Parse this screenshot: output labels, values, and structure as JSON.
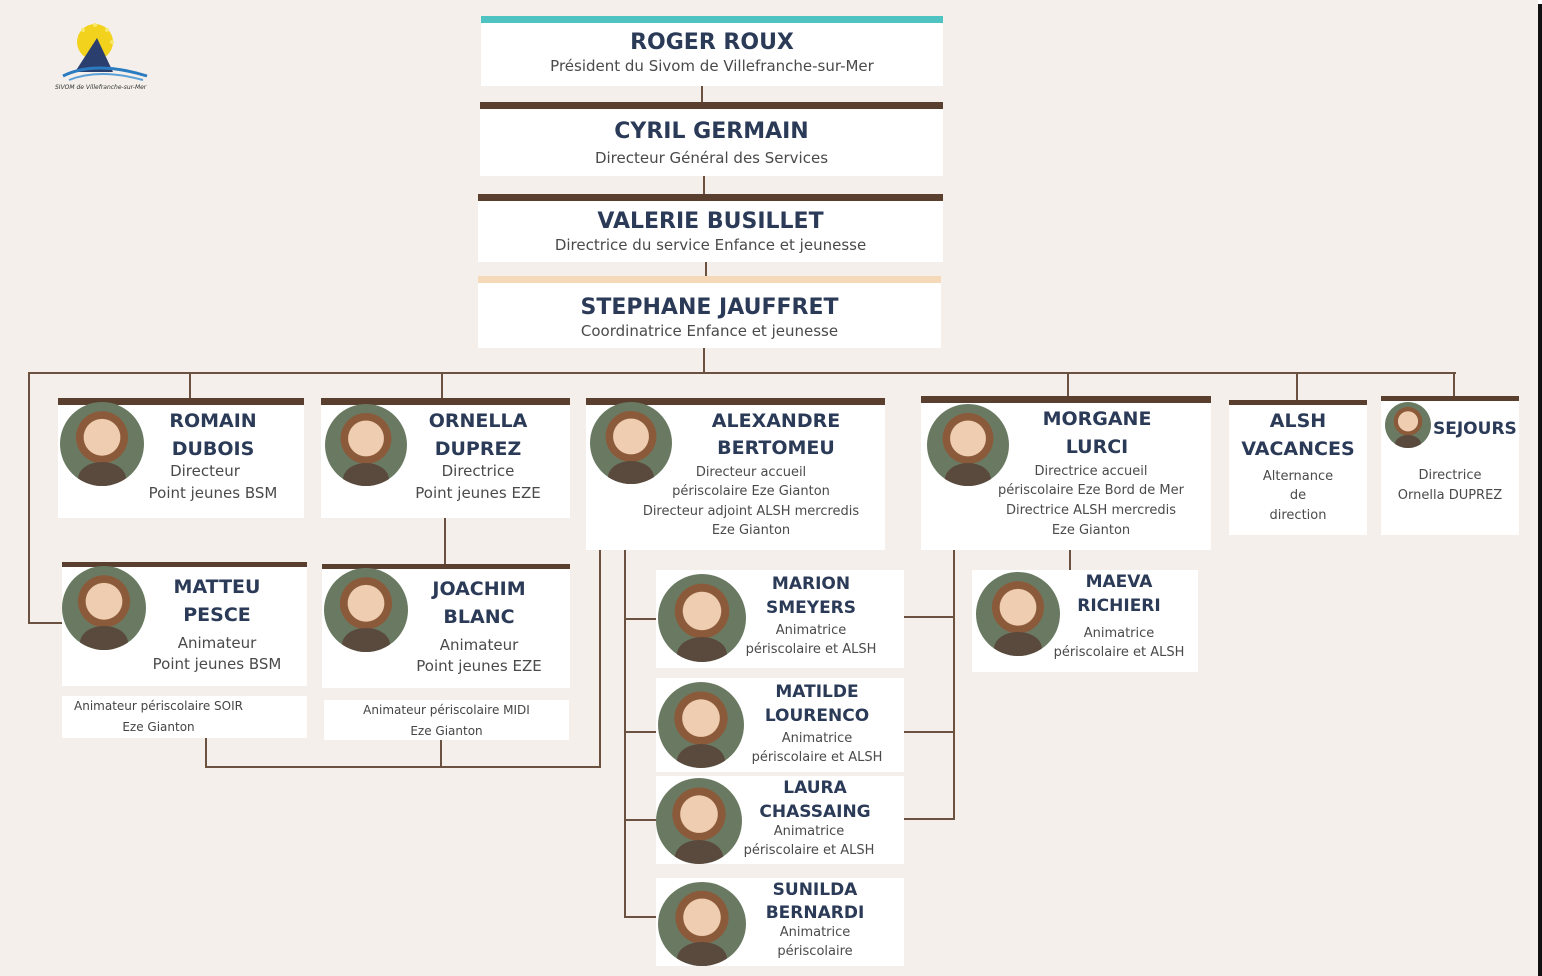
{
  "logo": {
    "caption": "SIVOM de Villefranche-sur-Mer"
  },
  "top": [
    {
      "name": "ROGER ROUX",
      "role": "Président du Sivom de Villefranche-sur-Mer"
    },
    {
      "name": "CYRIL GERMAIN",
      "role": "Directeur  Général des Services"
    },
    {
      "name": "VALERIE BUSILLET",
      "role": "Directrice du service Enfance et jeunesse"
    },
    {
      "name": "STEPHANE JAUFFRET",
      "role": "Coordinatrice Enfance et jeunesse"
    }
  ],
  "people": {
    "romain": {
      "first": "ROMAIN",
      "last": "DUBOIS",
      "role1": "Directeur",
      "role2": "Point jeunes BSM"
    },
    "ornella": {
      "first": "ORNELLA",
      "last": "DUPREZ",
      "role1": "Directrice",
      "role2": "Point jeunes EZE"
    },
    "alexandre": {
      "first": "ALEXANDRE",
      "last": "BERTOMEU",
      "role1": "Directeur accueil",
      "role2": "périscolaire Eze Gianton",
      "role3": "Directeur adjoint ALSH mercredis",
      "role4": "Eze Gianton"
    },
    "morgane": {
      "first": "MORGANE",
      "last": "LURCI",
      "role1": "Directrice accueil",
      "role2": "périscolaire Eze Bord de Mer",
      "role3": "Directrice  ALSH mercredis",
      "role4": "Eze Gianton"
    },
    "alsh": {
      "first": "ALSH",
      "last": "VACANCES",
      "role1": "Alternance",
      "role2": "de",
      "role3": "direction"
    },
    "sejours": {
      "first": "SEJOURS",
      "role1": "Directrice",
      "role2": "Ornella DUPREZ"
    },
    "matteu": {
      "first": "MATTEU",
      "last": "PESCE",
      "role1": "Animateur",
      "role2": "Point jeunes BSM",
      "extra1": "Animateur périscolaire SOIR",
      "extra2": "Eze Gianton"
    },
    "joachim": {
      "first": "JOACHIM",
      "last": "BLANC",
      "role1": "Animateur",
      "role2": "Point jeunes EZE",
      "extra1": "Animateur périscolaire MIDI",
      "extra2": "Eze Gianton"
    },
    "marion": {
      "first": "MARION",
      "last": "SMEYERS",
      "role1": "Animatrice",
      "role2": "périscolaire et ALSH"
    },
    "matilde": {
      "first": "MATILDE",
      "last": "LOURENCO",
      "role1": "Animatrice",
      "role2": "périscolaire et ALSH"
    },
    "laura": {
      "first": "LAURA",
      "last": "CHASSAING",
      "role1": "Animatrice",
      "role2": "périscolaire et ALSH"
    },
    "sunilda": {
      "first": "SUNILDA",
      "last": "BERNARDI",
      "role1": "Animatrice",
      "role2": "périscolaire"
    },
    "maeva": {
      "first": "MAEVA",
      "last": "RICHIERI",
      "role1": "Animatrice",
      "role2": "périscolaire et ALSH"
    }
  },
  "colors": {
    "background": "#f4efea",
    "accent_teal": "#4fc3c2",
    "bar_brown": "#5a3e2e",
    "bar_peach": "#f6d9b8",
    "name_blue": "#2a3a57"
  }
}
